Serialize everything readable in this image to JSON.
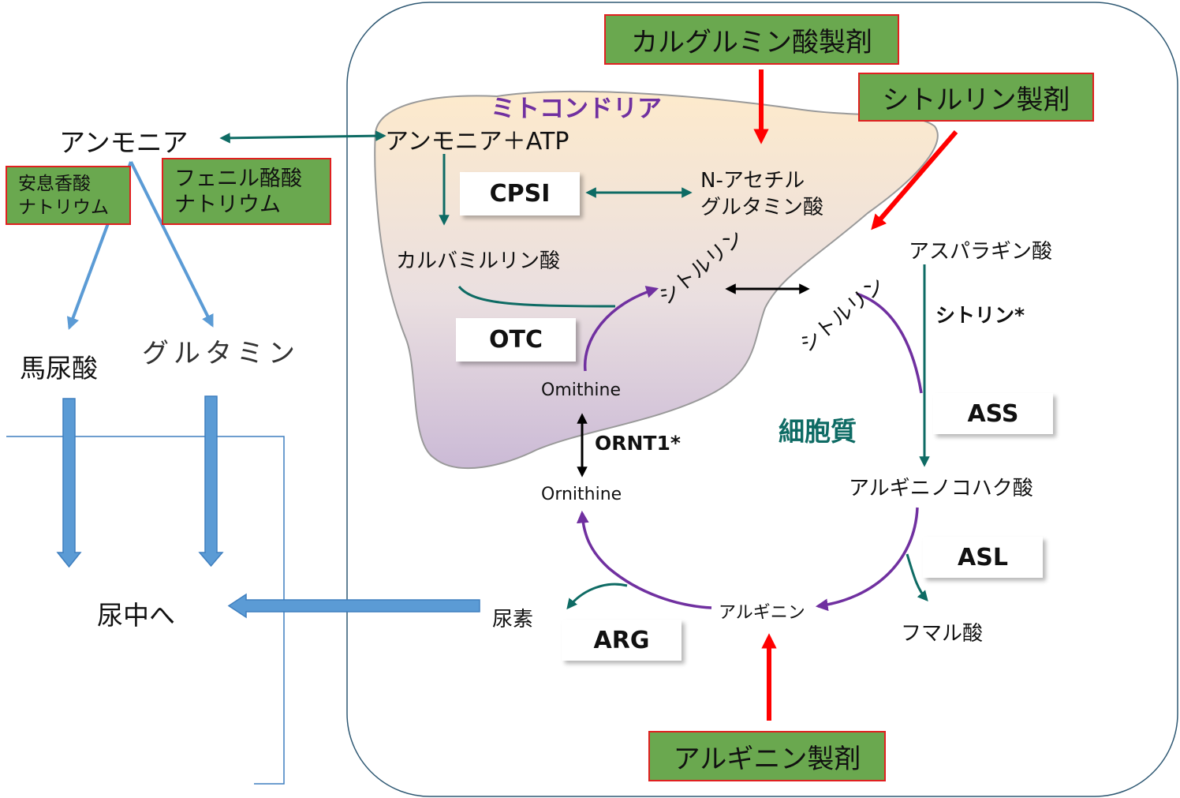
{
  "regions": {
    "mitochondria": "ミトコンドリア",
    "cytoplasm": "細胞質"
  },
  "metabolites": {
    "ammonia_blood": "アンモニア",
    "ammonia_atp": "アンモニア＋ATP",
    "hippuric_acid": "馬尿酸",
    "glutamine": "グルタミン",
    "to_urine": "尿中へ",
    "n_acetylglutamate_line1": "N-アセチル",
    "n_acetylglutamate_line2": "グルタミン酸",
    "carbamoyl_phosphate": "カルバミルリン酸",
    "citrulline_mito": "シトルリン",
    "citrulline_cyto": "シトルリン",
    "aspartate": "アスパラギン酸",
    "ornithine_mito": "Omithine",
    "ornithine_cyto": "Ornithine",
    "argininosuccinate": "アルギニノコハク酸",
    "urea": "尿素",
    "arginine": "アルギニン",
    "fumarate": "フマル酸"
  },
  "transporters": {
    "citrin": "シトリン*",
    "ornt1": "ORNT1*"
  },
  "enzymes": {
    "cpsi": "CPSI",
    "otc": "OTC",
    "ass": "ASS",
    "asl": "ASL",
    "arg": "ARG"
  },
  "drugs": {
    "carglumic": "カルグルミン酸製剤",
    "citrulline": "シトルリン製剤",
    "arginine": "アルギニン製剤",
    "benzoate_line1": "安息香酸",
    "benzoate_line2": "ナトリウム",
    "phenylbutyrate_line1": "フェニル酪酸",
    "phenylbutyrate_line2": "ナトリウム"
  },
  "colors": {
    "teal": "#0e6b64",
    "purple": "#7030a0",
    "red": "#ff0000",
    "blue": "#5b9bd5",
    "drug_fill": "#6aa84f"
  }
}
